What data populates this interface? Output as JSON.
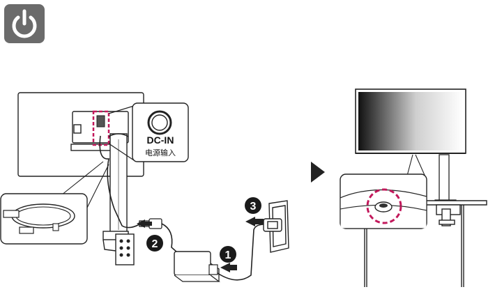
{
  "connector": {
    "port_label": "DC-IN",
    "port_label_cn": "电源输入"
  },
  "steps": [
    "1",
    "2",
    "3"
  ],
  "icons": {
    "header": "power-icon",
    "transition": "play-arrow-icon"
  },
  "colors": {
    "icon_bg": "#6b6b6b",
    "highlight": "#c2185b",
    "line": "#222222",
    "step_badge": "#1a1a1a"
  }
}
